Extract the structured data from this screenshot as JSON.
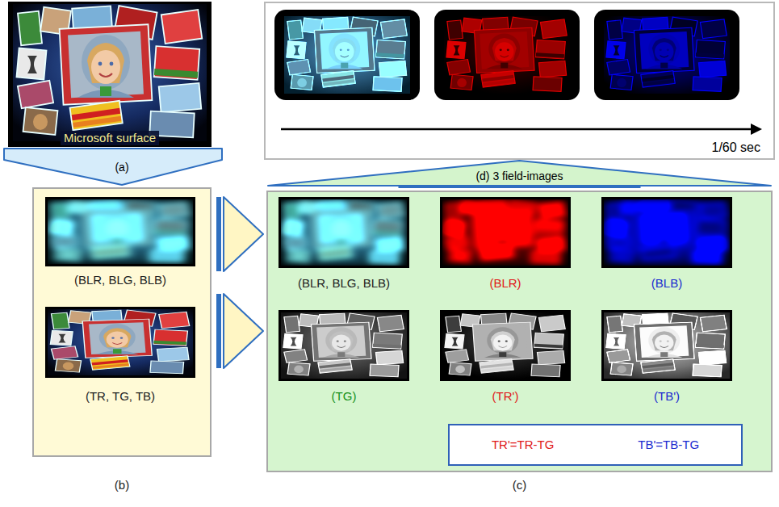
{
  "diagram": {
    "nodes": [
      {
        "text": [
          "Microsoft surface"
        ]
      },
      {
        "text": [
          "(b)"
        ]
      },
      {
        "text": [
          "(BLR, BLG, BLB)"
        ],
        "in": 1
      },
      {
        "text": [
          "(TR, TG, TB)"
        ],
        "in": 1
      },
      {
        "text": [
          "(c)"
        ]
      },
      {
        "text": [
          "(BLR, BLG, BLB)"
        ],
        "in": 4
      },
      {
        "text": [
          "(BLR)"
        ],
        "in": 4
      },
      {
        "text": [
          "(BLB)"
        ],
        "in": 4
      },
      {
        "text": [
          "(TG)"
        ],
        "in": 4
      },
      {
        "text": [
          "(TR')"
        ],
        "in": 4
      },
      {
        "text": [
          "(TB')"
        ],
        "in": 4
      },
      {
        "text": [
          "TR'=TR-TG",
          "TB'=TB-TG"
        ],
        "in": 4
      },
      {
        "text": [
          "1/60 sec"
        ]
      }
    ],
    "edges": [
      {
        "from": 0,
        "to": 1,
        "arrow": "to",
        "label": "(a)"
      },
      {
        "from": 1,
        "to": 4,
        "arrow": "to"
      },
      {
        "from": 1,
        "to": 4,
        "arrow": "to"
      },
      {
        "from": 4,
        "to": 12,
        "arrow": "to",
        "label": "(d) 3 field-images"
      }
    ]
  }
}
